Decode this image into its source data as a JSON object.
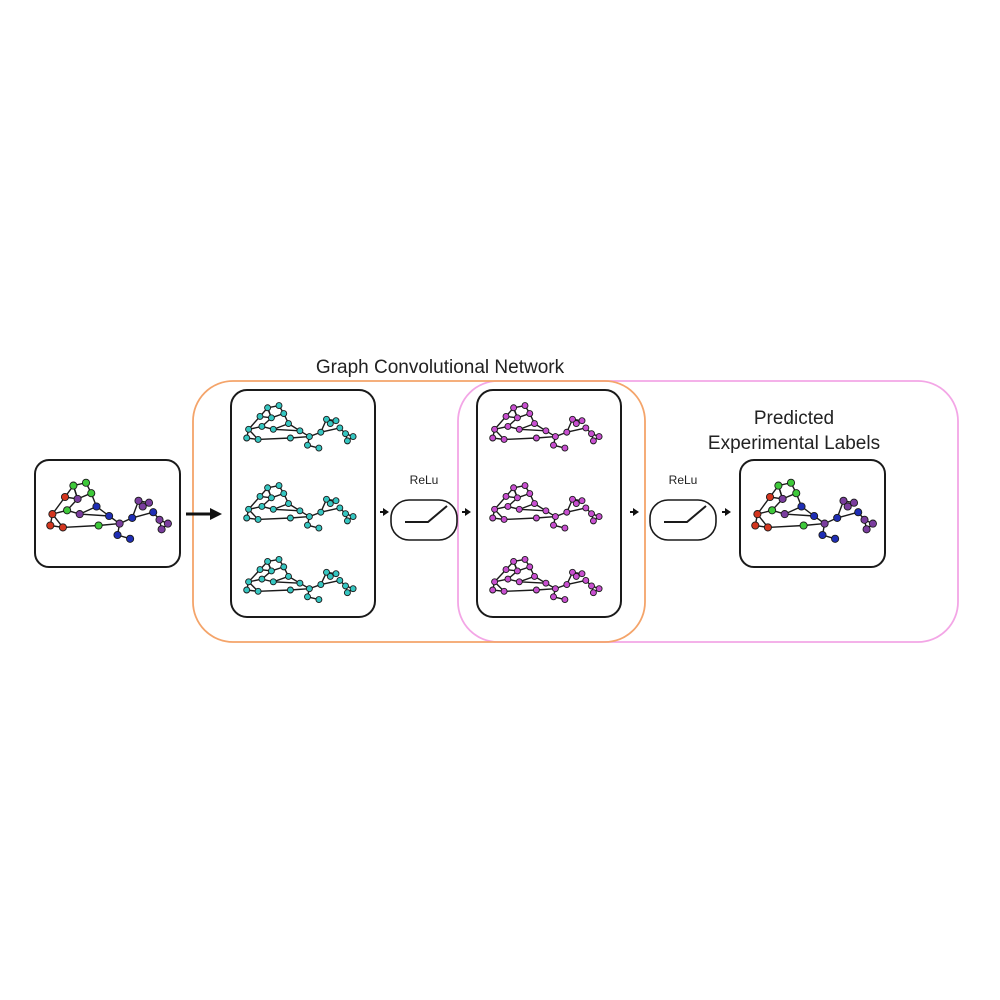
{
  "title": "Graph Convolutional Network",
  "predicted_label_line1": "Predicted",
  "predicted_label_line2": "Experimental Labels",
  "relu_1": "ReLu",
  "relu_2": "ReLu",
  "colors": {
    "gcn_region": "#f4a46a",
    "output_region": "#f3a6e6",
    "hidden_layer_1_nodes": "#35c6c1",
    "hidden_layer_2_nodes": "#c84fd0",
    "class_green": "#3ec93a",
    "class_red": "#d3361f",
    "class_blue": "#1f2eb5",
    "class_purple": "#7a3d9e"
  }
}
